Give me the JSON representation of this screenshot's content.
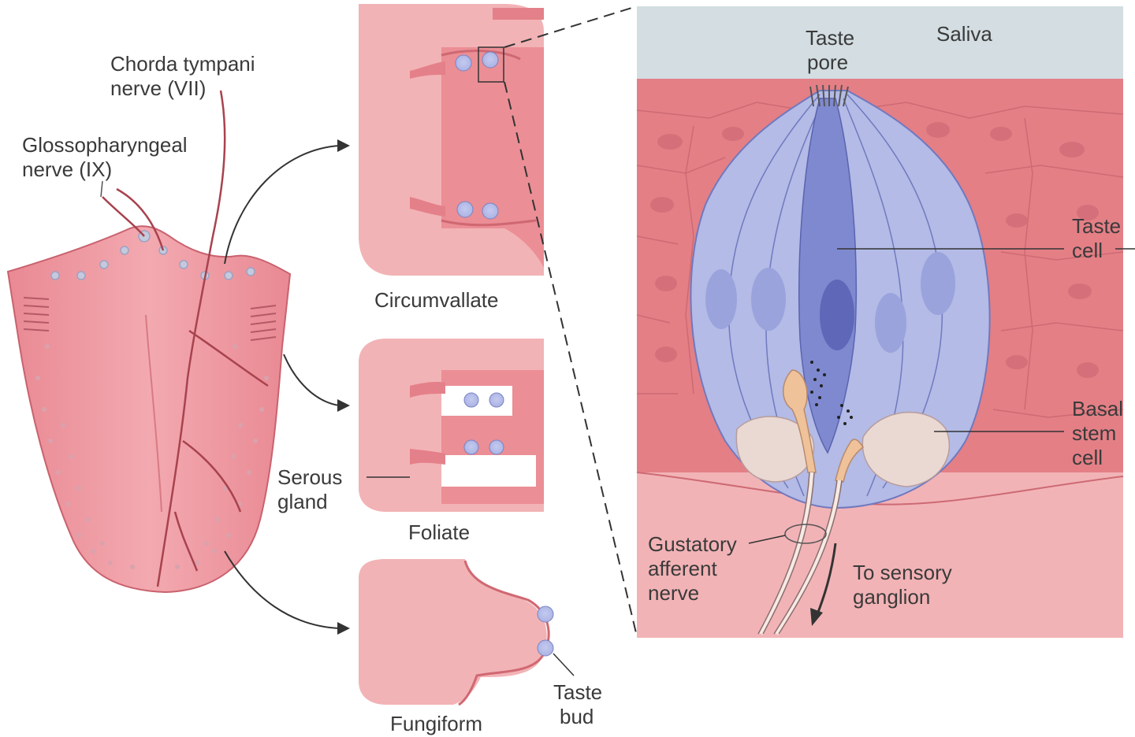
{
  "labels": {
    "chorda_1": "Chorda tympani",
    "chorda_2": "nerve (VII)",
    "glosso_1": "Glossopharyngeal",
    "glosso_2": "nerve (IX)",
    "circumvallate": "Circumvallate",
    "foliate": "Foliate",
    "fungiform": "Fungiform",
    "serous_1": "Serous",
    "serous_2": "gland",
    "taste_bud_1": "Taste",
    "taste_bud_2": "bud",
    "taste_pore_1": "Taste",
    "taste_pore_2": "pore",
    "saliva": "Saliva",
    "taste_cell_1": "Taste",
    "taste_cell_2": "cell",
    "basal_1": "Basal",
    "basal_2": "stem",
    "basal_3": "cell",
    "gustatory_1": "Gustatory",
    "gustatory_2": "afferent",
    "gustatory_3": "nerve",
    "ganglion_1": "To sensory",
    "ganglion_2": "ganglion"
  },
  "colors": {
    "tongue": "#ef9aa3",
    "tongue_dark": "#c9626e",
    "tissue": "#f2b3b6",
    "epithelium": "#e47f86",
    "saliva": "#d3dde2",
    "bud": "#b7bfe6",
    "bud_dark": "#8e97d6",
    "taste_cell": "#7f89cf",
    "stem": "#ead9d3",
    "nerve": "#b5505a",
    "afferent": "#efc29a"
  }
}
